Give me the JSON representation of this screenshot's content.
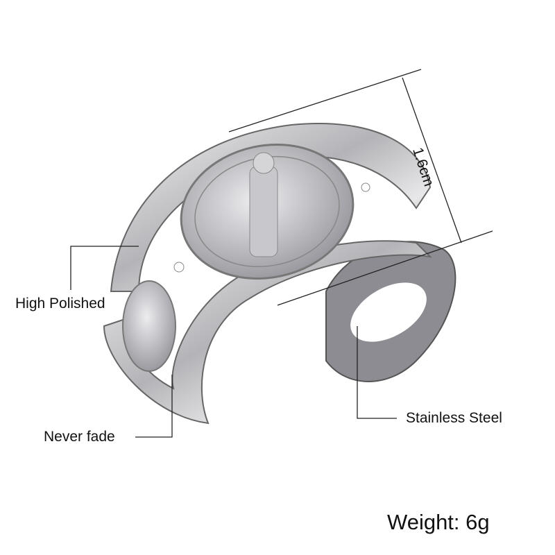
{
  "labels": {
    "dimension": "1.6cm",
    "high_polished": "High Polished",
    "never_fade": "Never fade",
    "stainless_steel": "Stainless Steel",
    "weight": "Weight: 6g"
  },
  "colors": {
    "background": "#ffffff",
    "metal_light": "#e4e4e6",
    "metal_mid": "#a9a9ad",
    "metal_dark": "#5e5e63",
    "line": "#222222"
  }
}
